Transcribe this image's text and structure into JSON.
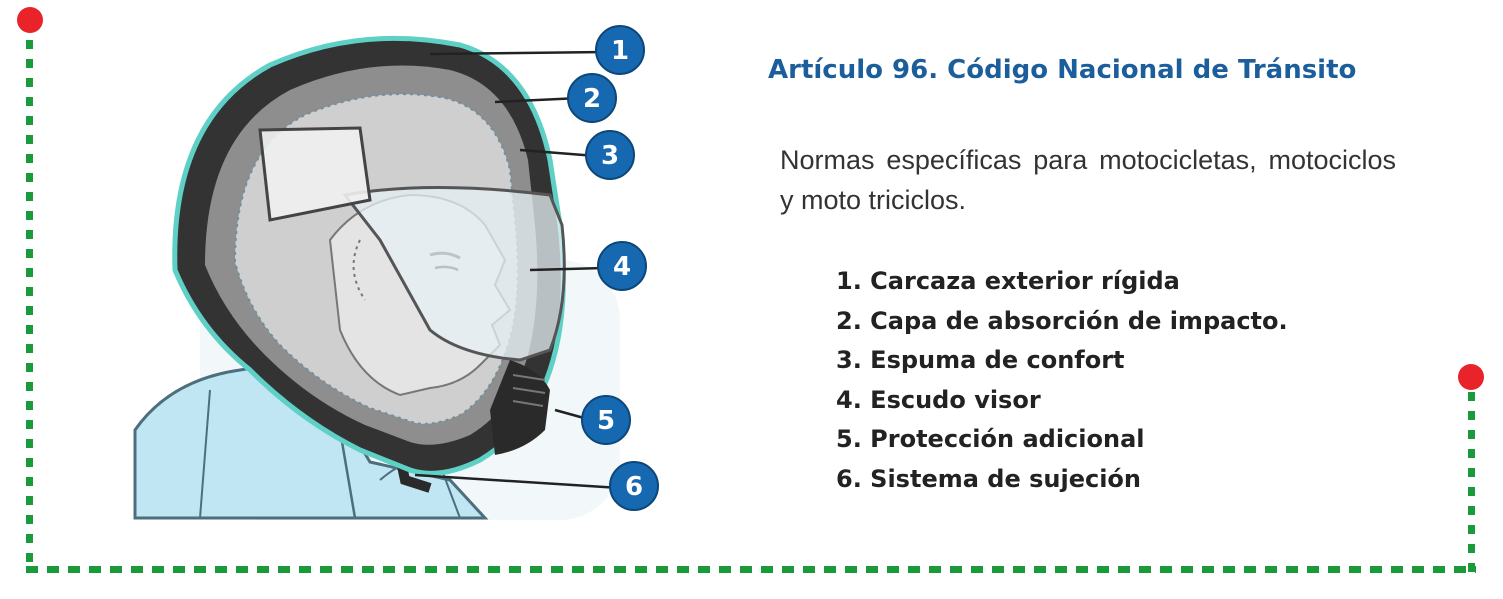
{
  "title": "Artículo 96. Código Nacional de Tránsito",
  "intro": "Normas específicas para motocicletas, motociclos y moto triciclos.",
  "parts": [
    "1. Carcaza exterior rígida",
    "2. Capa de absorción de impacto.",
    "3. Espuma de confort",
    "4. Escudo visor",
    "5. Protección adicional",
    "6. Sistema de sujeción"
  ],
  "callouts": [
    "1",
    "2",
    "3",
    "4",
    "5",
    "6"
  ],
  "colors": {
    "title": "#1b5e9b",
    "frame_dash": "#1a9a3a",
    "frame_dot": "#e8232a",
    "callout_circle": "#1668b0",
    "shell": "#3a3a3a",
    "shell_edge": "#5fd0c6",
    "padding": "#c9c9c9",
    "jacket": "#bfe6f2"
  },
  "icons": [
    "helmet-diagram-icon"
  ]
}
